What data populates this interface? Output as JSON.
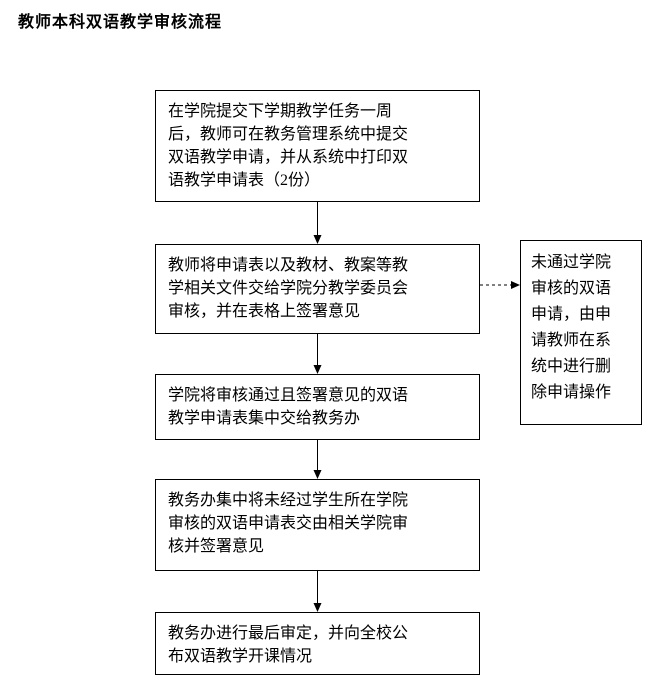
{
  "title": "教师本科双语教学审核流程",
  "steps": [
    {
      "text": "在学院提交下学期教学任务一周\n后，教师可在教务管理系统中提交\n双语教学申请，并从系统中打印双\n语教学申请表（2份）"
    },
    {
      "text": "教师将申请表以及教材、教案等教\n学相关文件交给学院分教学委员会\n审核，并在表格上签署意见"
    },
    {
      "text": "学院将审核通过且签署意见的双语\n教学申请表集中交给教务办"
    },
    {
      "text": "教务办集中将未经过学生所在学院\n审核的双语申请表交由相关学院审\n核并签署意见"
    },
    {
      "text": "教务办进行最后审定，并向全校公\n布双语教学开课情况"
    }
  ],
  "side_note": {
    "text": "未通过学院\n审核的双语\n申请，由申\n请教师在系\n统中进行删\n除申请操作"
  },
  "icons": {
    "flow_arrow": "down-arrow",
    "reject_link_arrow": "dashed-right-arrow"
  },
  "colors": {
    "line": "#000000",
    "text": "#000000",
    "background": "#ffffff"
  }
}
